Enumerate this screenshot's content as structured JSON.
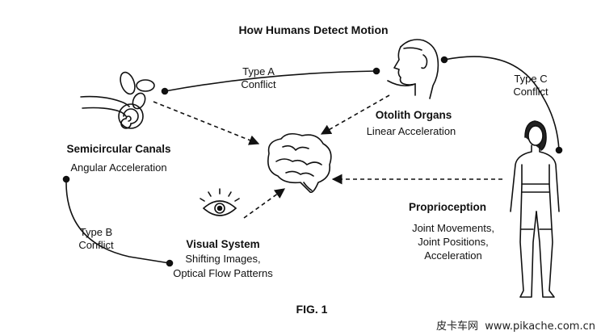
{
  "title": "How Humans Detect Motion",
  "figure_label": "FIG. 1",
  "watermark": "皮卡车网  www.pikache.com.cn",
  "nodes": {
    "semicircular": {
      "title": "Semicircular Canals",
      "detail": "Angular Acceleration"
    },
    "otolith": {
      "title": "Otolith Organs",
      "detail": "Linear Acceleration"
    },
    "visual": {
      "title": "Visual System",
      "line1": "Shifting Images,",
      "line2": "Optical Flow Patterns"
    },
    "proprioception": {
      "title": "Proprioception",
      "line1": "Joint Movements,",
      "line2": "Joint Positions,",
      "line3": "Acceleration"
    }
  },
  "conflicts": {
    "a": {
      "line1": "Type A",
      "line2": "Conflict"
    },
    "b": {
      "line1": "Type B",
      "line2": "Conflict"
    },
    "c": {
      "line1": "Type C",
      "line2": "Conflict"
    }
  },
  "colors": {
    "ink": "#111111",
    "background": "#ffffff"
  },
  "icons": [
    "inner-ear-icon",
    "head-profile-icon",
    "brain-icon",
    "eye-icon",
    "standing-person-icon"
  ]
}
